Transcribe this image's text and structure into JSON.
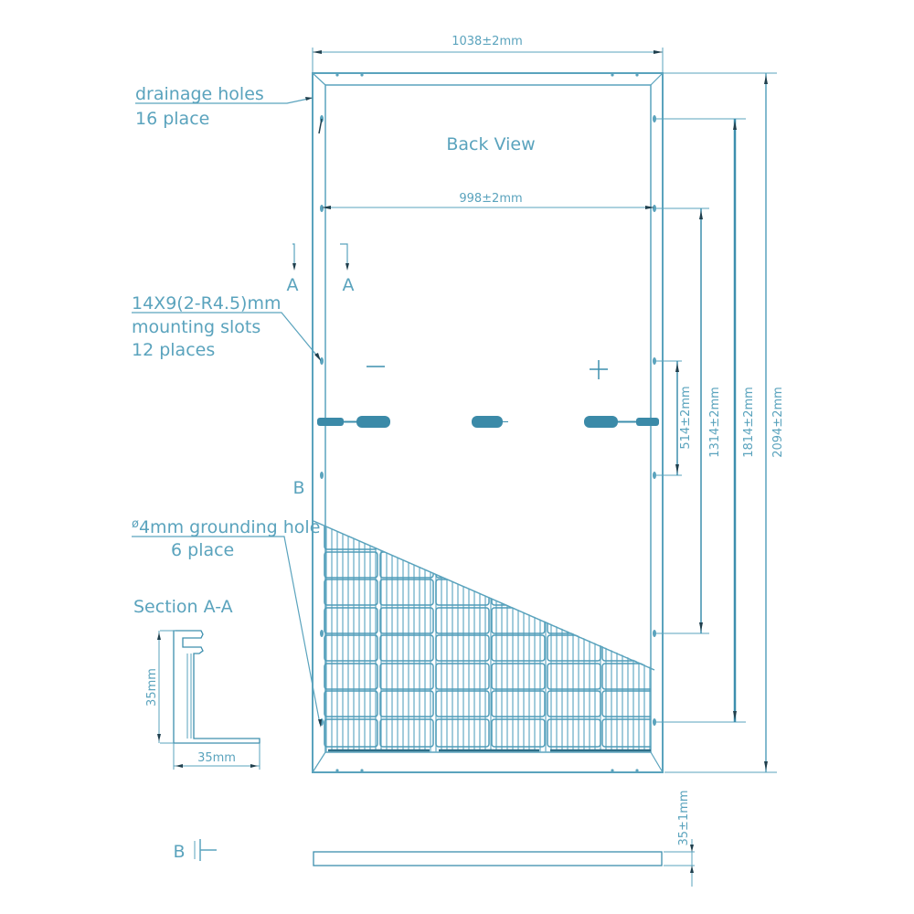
{
  "drawing": {
    "view_title": "Back     View",
    "colors": {
      "line": "#5aa3bd",
      "dark_line": "#3d8fae",
      "connector": "#3b8aa8",
      "background": "#ffffff"
    },
    "dimensions": {
      "overall_width": "1038±2mm",
      "inner_width": "998±2mm",
      "overall_length": "2094±2mm",
      "hole_span_1814": "1814±2mm",
      "hole_span_1314": "1314±2mm",
      "hole_span_514": "514±2mm",
      "thickness": "35±1mm"
    },
    "callouts": {
      "drainage": {
        "line1": "drainage  holes",
        "line2": "16  place"
      },
      "mounting": {
        "line1": "14X9(2-R4.5)mm",
        "line2": "mounting  slots",
        "line3": "12 places"
      },
      "grounding": {
        "symbol": "ø",
        "line1": "4mm grounding  hole",
        "line2": "6  place"
      }
    },
    "section_markers": {
      "a_left": "A",
      "a_right": "A",
      "b_top": "B",
      "b_bottom": "B"
    },
    "polarity": {
      "negative": "—",
      "positive": "+"
    },
    "section_aa": {
      "title": "Section  A-A",
      "height_label": "35mm",
      "width_label": "35mm"
    },
    "cell_grid": {
      "columns": 6,
      "rows_visible": 8
    }
  }
}
